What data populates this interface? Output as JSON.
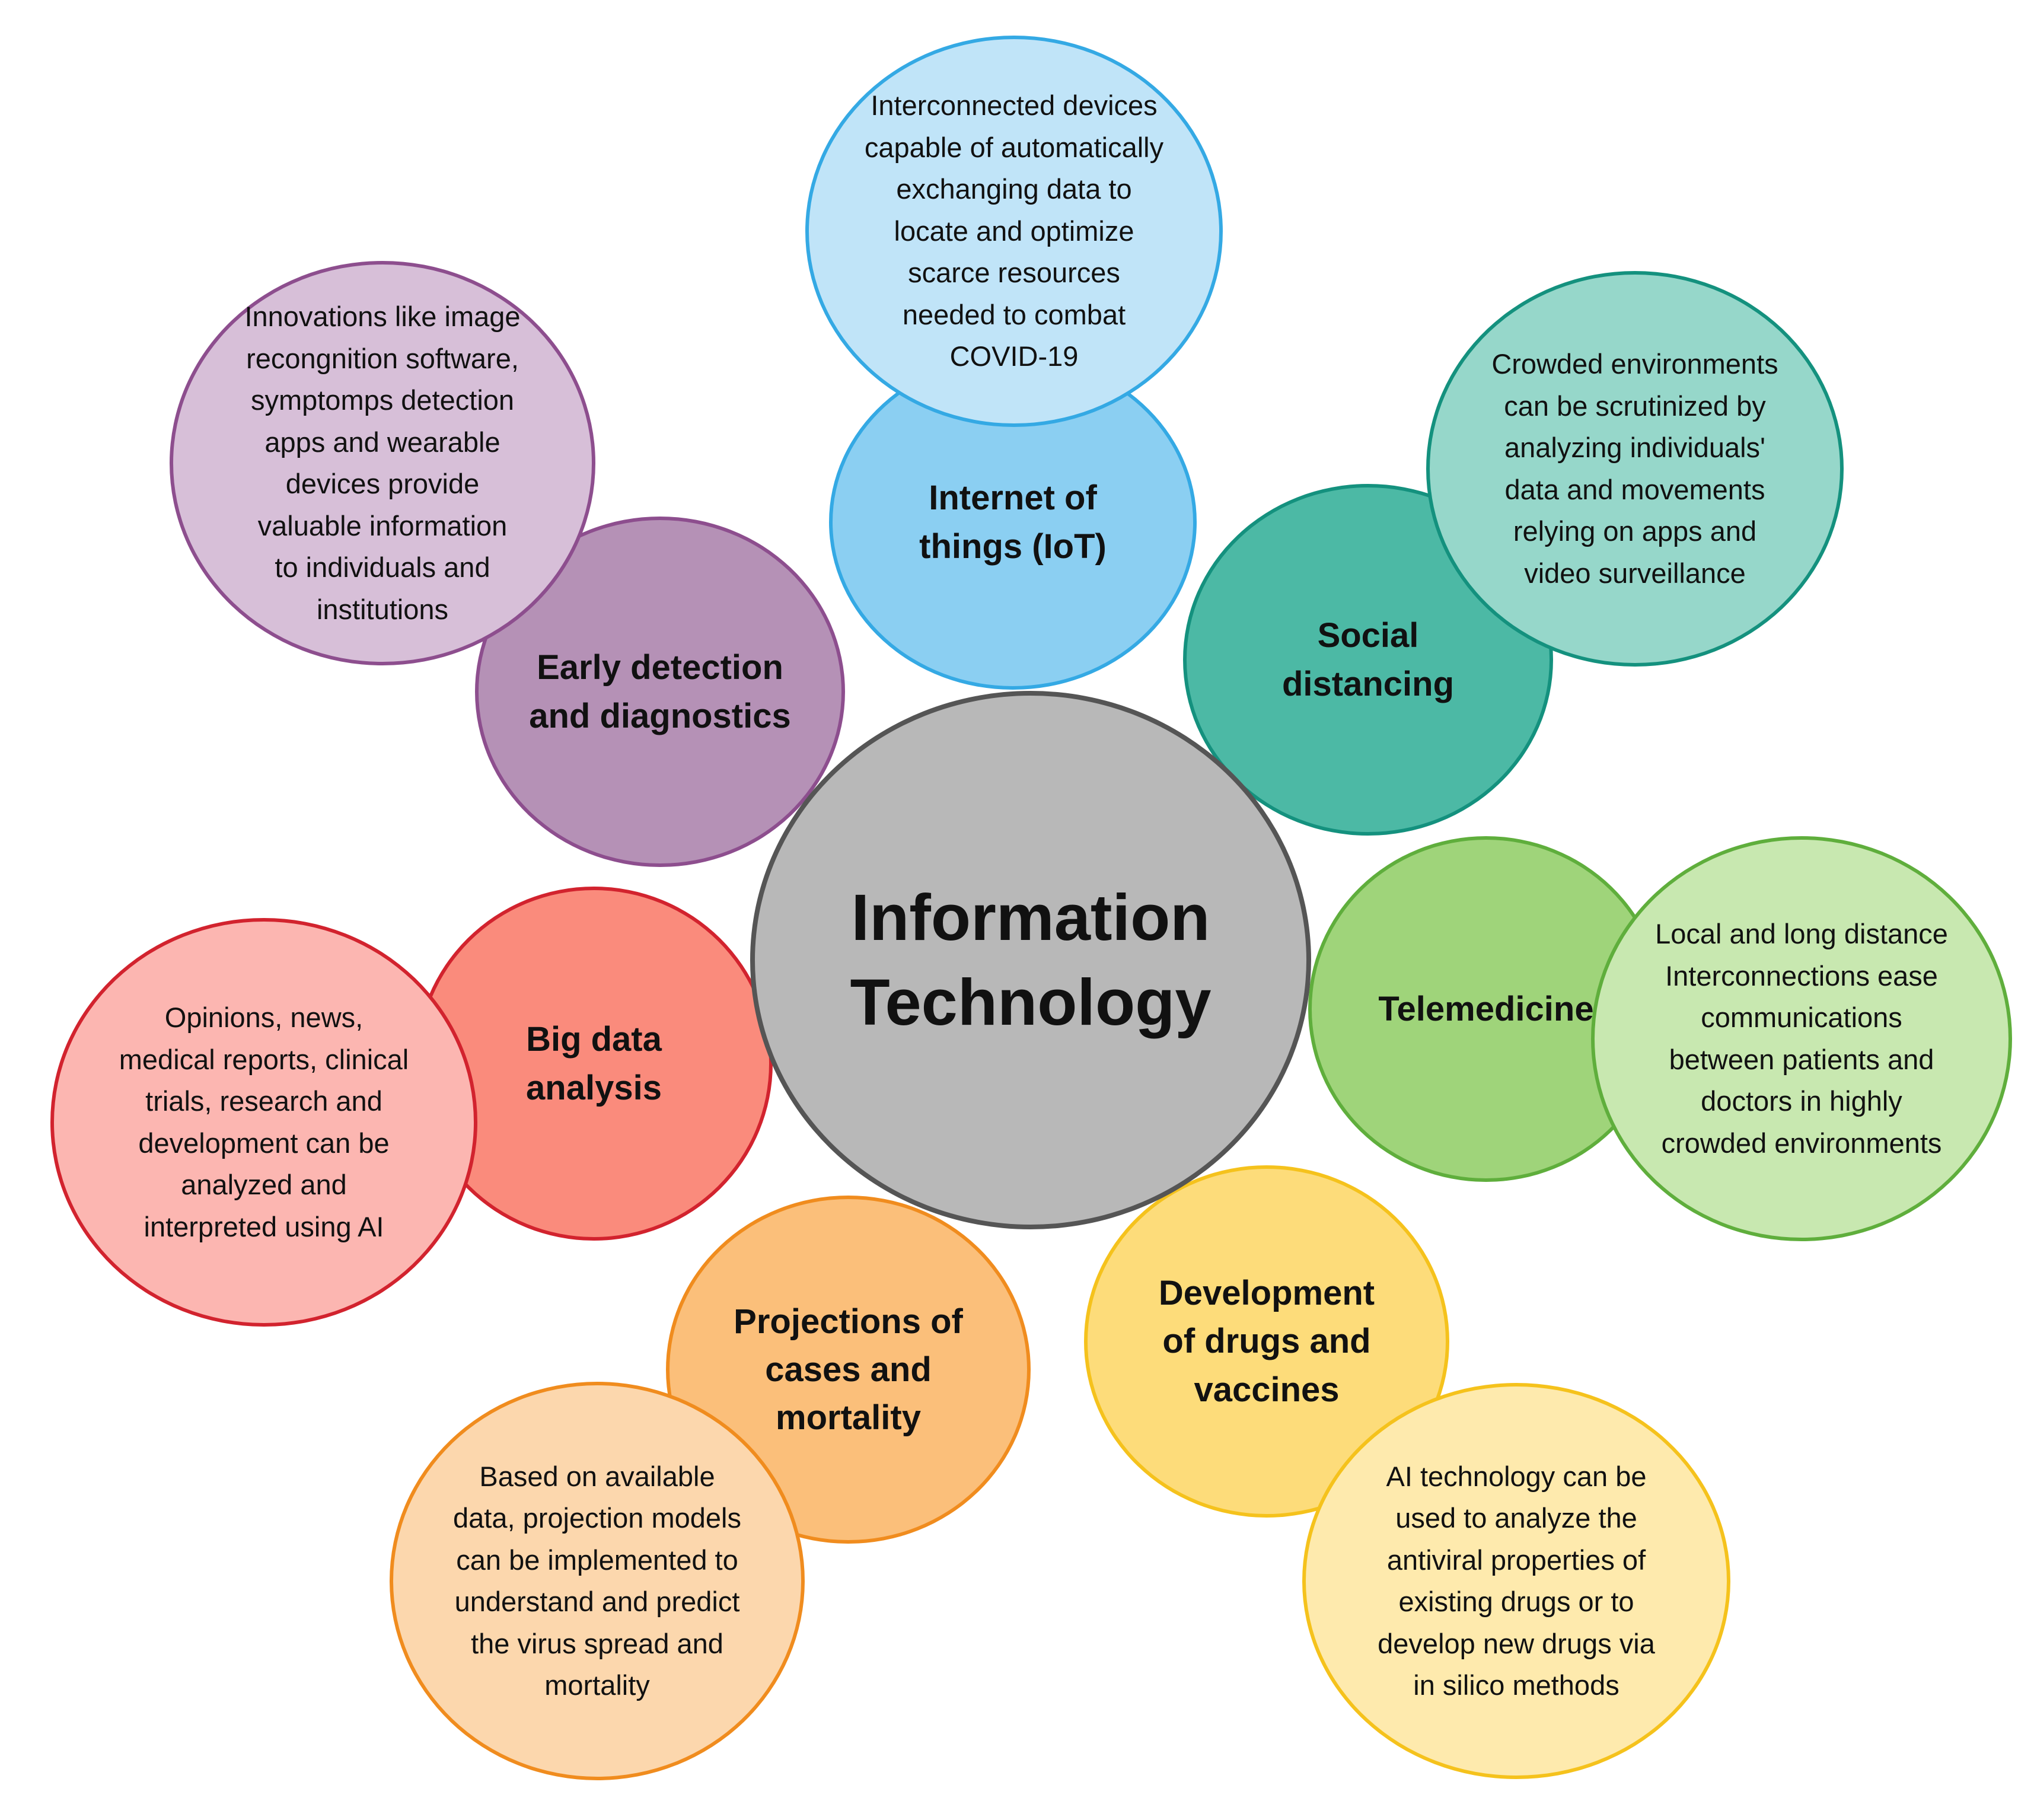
{
  "center": {
    "label": "Information\nTechnology",
    "fill": "#b8b8b8",
    "stroke": "#555555"
  },
  "nodes": [
    {
      "topic": "Internet of\nthings (IoT)",
      "description": "Interconnected devices\ncapable of automatically\nexchanging data to\nlocate and optimize\nscarce resources\nneeded to combat\nCOVID-19",
      "color": "#34a9e4",
      "topic_fill": "#8bcff2",
      "desc_fill": "#c0e4f8"
    },
    {
      "topic": "Early detection\nand diagnostics",
      "description": "Innovations like image\nrecongnition software,\nsymptomps detection\napps and wearable\ndevices provide\nvaluable information\nto individuals and\ninstitutions",
      "color": "#8d4e8e",
      "topic_fill": "#b591b6",
      "desc_fill": "#d7bfd8"
    },
    {
      "topic": "Social\ndistancing",
      "description": "Crowded environments\ncan be scrutinized by\nanalyzing individuals'\ndata and movements\nrelying on apps and\nvideo surveillance",
      "color": "#14917e",
      "topic_fill": "#4cb9a5",
      "desc_fill": "#96d7ca"
    },
    {
      "topic": "Big data\nanalysis",
      "description": "Opinions, news,\nmedical reports, clinical\ntrials, research and\ndevelopment can be\nanalyzed and\ninterpreted using AI",
      "color": "#d2232e",
      "topic_fill": "#fa8b7c",
      "desc_fill": "#fcb6b1"
    },
    {
      "topic": "Telemedicine",
      "description": "Local and long distance\nInterconnections ease\ncommunications\nbetween patients and\ndoctors in highly\ncrowded environments",
      "color": "#5fae3c",
      "topic_fill": "#9fd47a",
      "desc_fill": "#c8e8b0"
    },
    {
      "topic": "Projections of\ncases and\nmortality",
      "description": "Based on available\ndata, projection models\ncan be implemented to\nunderstand and predict\nthe virus spread and\nmortality",
      "color": "#f08c1e",
      "topic_fill": "#fbbf7a",
      "desc_fill": "#fcd7ad"
    },
    {
      "topic": "Development\nof drugs and\nvaccines",
      "description": "AI technology can be\nused to analyze the\nantiviral properties of\nexisting drugs or to\ndevelop new drugs via\nin silico methods",
      "color": "#f5c21c",
      "topic_fill": "#fddc7a",
      "desc_fill": "#feeaad"
    }
  ]
}
